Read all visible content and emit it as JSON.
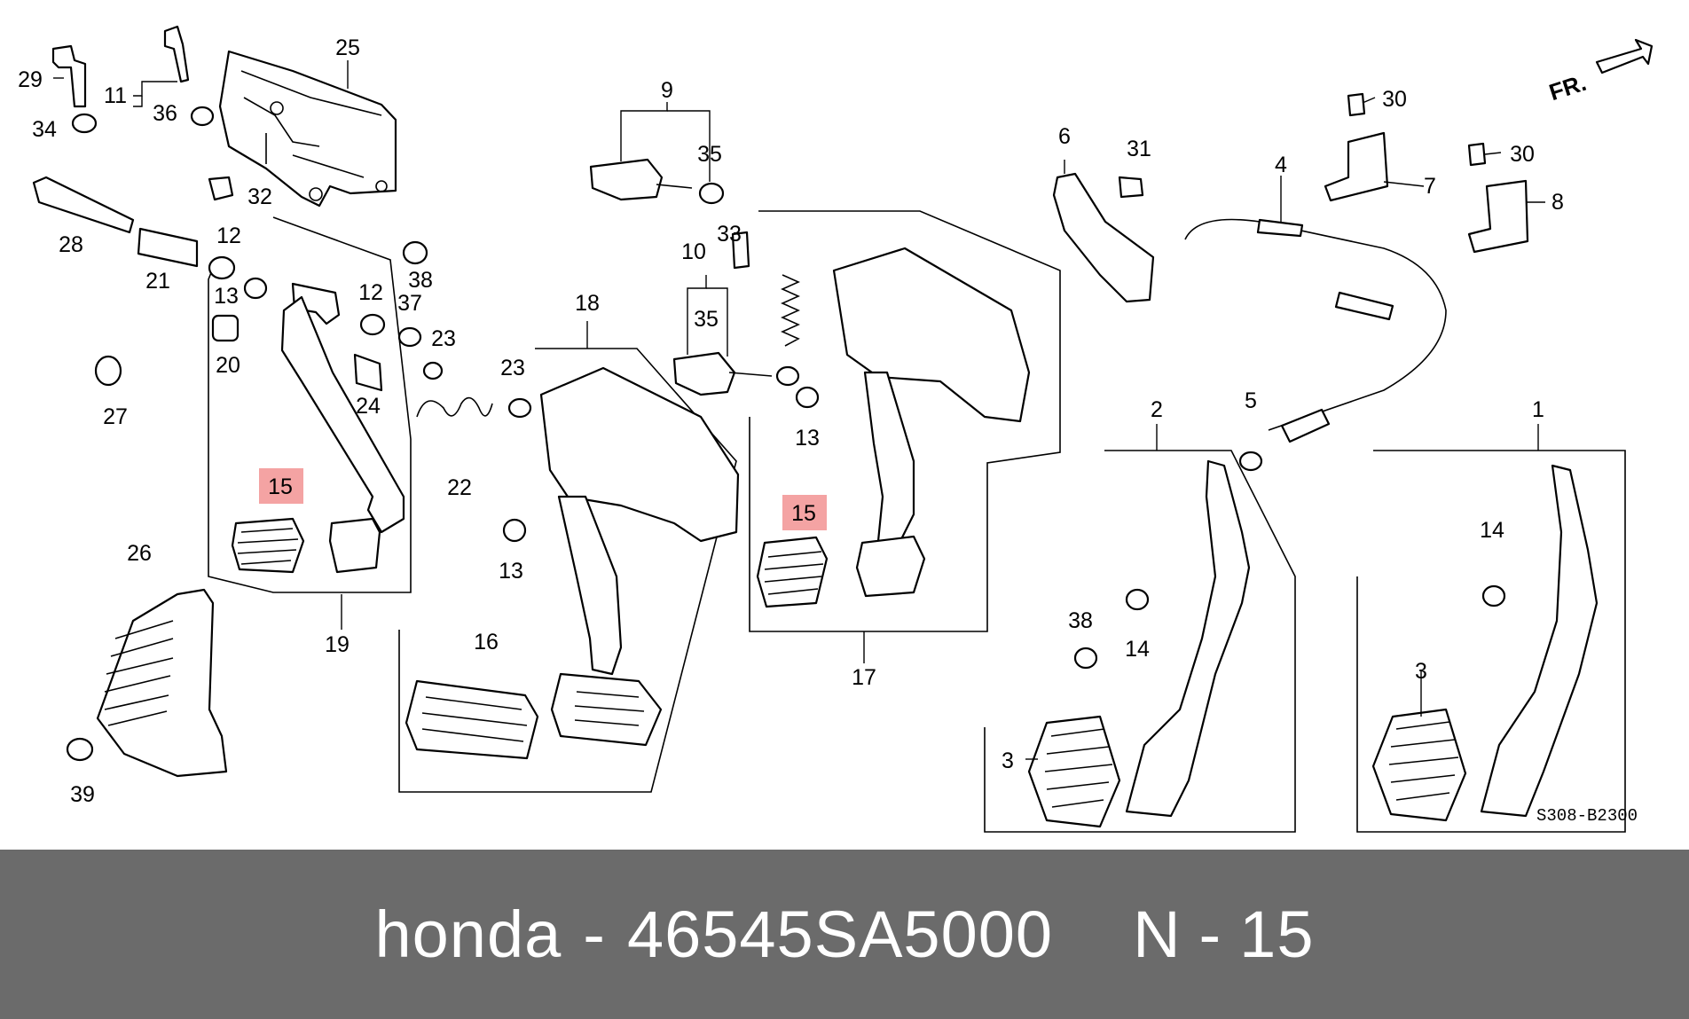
{
  "diagram": {
    "code": "S308-B2300",
    "direction_label": "FR.",
    "highlight_color": "#f4a3a3",
    "callouts": [
      {
        "id": "c1",
        "label": "1"
      },
      {
        "id": "c2",
        "label": "2"
      },
      {
        "id": "c3a",
        "label": "3"
      },
      {
        "id": "c3b",
        "label": "3"
      },
      {
        "id": "c4",
        "label": "4"
      },
      {
        "id": "c5",
        "label": "5"
      },
      {
        "id": "c6",
        "label": "6"
      },
      {
        "id": "c7",
        "label": "7"
      },
      {
        "id": "c8",
        "label": "8"
      },
      {
        "id": "c9",
        "label": "9"
      },
      {
        "id": "c10",
        "label": "10"
      },
      {
        "id": "c11",
        "label": "11"
      },
      {
        "id": "c12a",
        "label": "12"
      },
      {
        "id": "c12b",
        "label": "12"
      },
      {
        "id": "c13a",
        "label": "13"
      },
      {
        "id": "c13b",
        "label": "13"
      },
      {
        "id": "c13c",
        "label": "13"
      },
      {
        "id": "c14a",
        "label": "14"
      },
      {
        "id": "c14b",
        "label": "14"
      },
      {
        "id": "c15a",
        "label": "15"
      },
      {
        "id": "c15b",
        "label": "15"
      },
      {
        "id": "c16",
        "label": "16"
      },
      {
        "id": "c17",
        "label": "17"
      },
      {
        "id": "c18",
        "label": "18"
      },
      {
        "id": "c19",
        "label": "19"
      },
      {
        "id": "c20",
        "label": "20"
      },
      {
        "id": "c21",
        "label": "21"
      },
      {
        "id": "c22",
        "label": "22"
      },
      {
        "id": "c23a",
        "label": "23"
      },
      {
        "id": "c23b",
        "label": "23"
      },
      {
        "id": "c24",
        "label": "24"
      },
      {
        "id": "c25",
        "label": "25"
      },
      {
        "id": "c26",
        "label": "26"
      },
      {
        "id": "c27",
        "label": "27"
      },
      {
        "id": "c28",
        "label": "28"
      },
      {
        "id": "c29",
        "label": "29"
      },
      {
        "id": "c30a",
        "label": "30"
      },
      {
        "id": "c30b",
        "label": "30"
      },
      {
        "id": "c31",
        "label": "31"
      },
      {
        "id": "c32",
        "label": "32"
      },
      {
        "id": "c33",
        "label": "33"
      },
      {
        "id": "c34",
        "label": "34"
      },
      {
        "id": "c35a",
        "label": "35"
      },
      {
        "id": "c35b",
        "label": "35"
      },
      {
        "id": "c36",
        "label": "36"
      },
      {
        "id": "c37",
        "label": "37"
      },
      {
        "id": "c38a",
        "label": "38"
      },
      {
        "id": "c38b",
        "label": "38"
      },
      {
        "id": "c39",
        "label": "39"
      }
    ]
  },
  "footer": {
    "brand": "honda",
    "dash1": "-",
    "part_number": "46545SA5000",
    "ref_prefix": "N",
    "dash2": "-",
    "ref_number": "15"
  }
}
